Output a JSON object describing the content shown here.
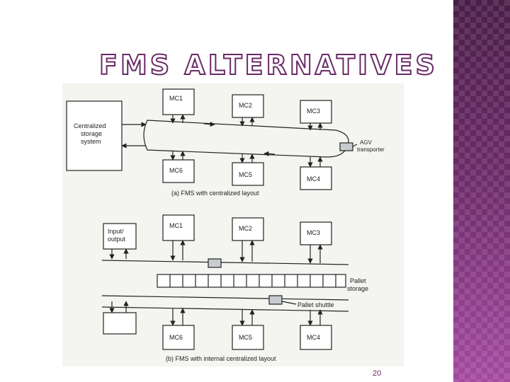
{
  "slide": {
    "title": "FMS ALTERNATIVES",
    "page_number": "20"
  },
  "diagram_a": {
    "storage_label": [
      "Centralized",
      "storage",
      "system"
    ],
    "agv_label": [
      "AGV",
      "transporter"
    ],
    "caption": "(a) FMS with centralized layout",
    "machines_top": [
      "MC1",
      "MC2",
      "MC3"
    ],
    "machines_bottom": [
      "MC6",
      "MC5",
      "MC4"
    ]
  },
  "diagram_b": {
    "io_label": [
      "Input/",
      "output"
    ],
    "pallet_storage_label": [
      "Pallet",
      "storage"
    ],
    "pallet_shuttle_label": "Pallet shuttle",
    "caption": "(b) FMS with internal centralized layout",
    "machines_top": [
      "MC1",
      "MC2",
      "MC3"
    ],
    "machines_bottom": [
      "MC6",
      "MC5",
      "MC4"
    ]
  },
  "colors": {
    "accent": "#6a2a66",
    "band_dark": "#4a1e48",
    "band_light": "#a44aa0"
  }
}
